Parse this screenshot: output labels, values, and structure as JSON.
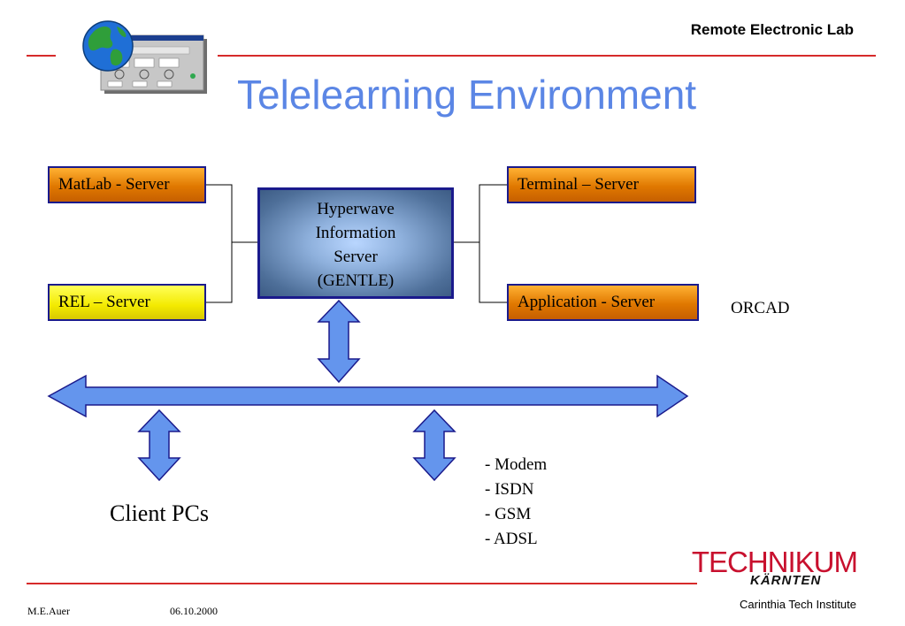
{
  "header": {
    "title": "Remote Electronic Lab"
  },
  "slide": {
    "title": "Telelearning Environment"
  },
  "diagram": {
    "left_servers": [
      "MatLab - Server",
      "REL – Server"
    ],
    "right_servers": [
      "Terminal – Server",
      "Application - Server"
    ],
    "hub_lines": [
      "Hyperwave",
      "Information",
      "Server",
      "(GENTLE)"
    ],
    "orcad_label": "ORCAD",
    "clients_label": "Client PCs",
    "connections": [
      "- Modem",
      "- ISDN",
      "- GSM",
      "- ADSL"
    ]
  },
  "footer": {
    "author": "M.E.Auer",
    "date": "06.10.2000"
  },
  "logo": {
    "main": "TECHNIKUM",
    "sub": "KÄRNTEN",
    "institute": "Carinthia Tech Institute"
  },
  "colors": {
    "accent_red": "#d62a2a",
    "title_blue": "#5b86e5",
    "arrow_blue": "#6495ed",
    "border_navy": "#1a1a8c"
  }
}
